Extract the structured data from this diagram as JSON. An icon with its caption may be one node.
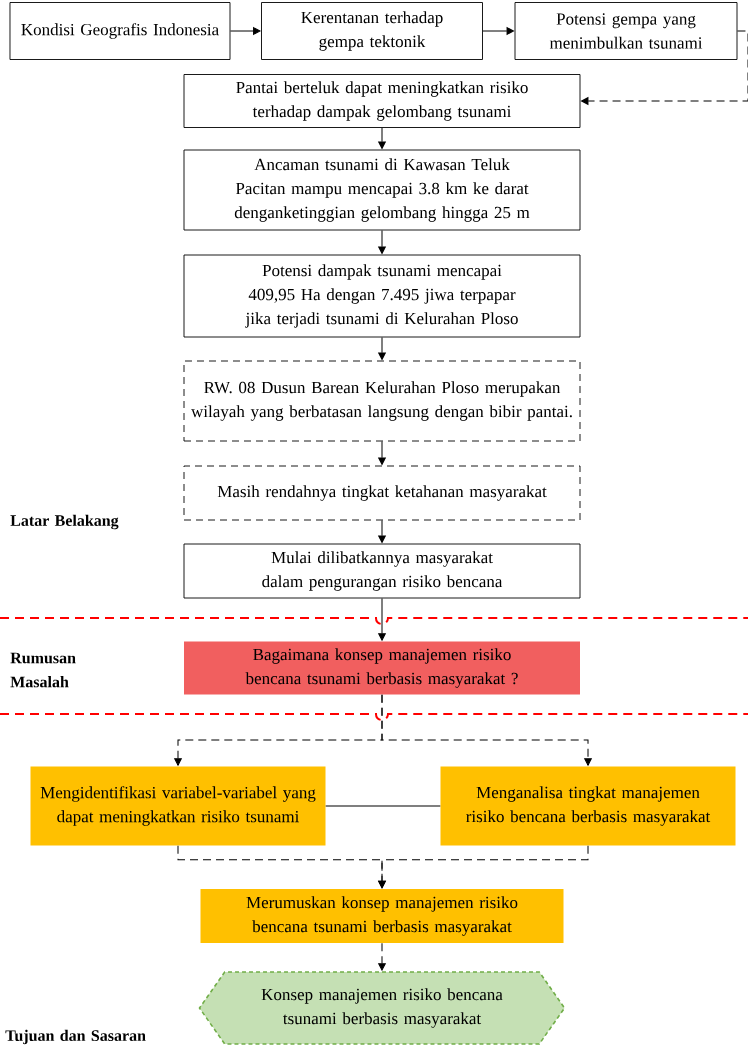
{
  "diagram": {
    "nodes": [
      {
        "text": [
          "Kondisi Geografis Indonesia"
        ]
      },
      {
        "text": [
          "Kerentanan terhadap gempa tektonik"
        ]
      },
      {
        "text": [
          "Potensi gempa yang menimbulkan tsunami"
        ]
      },
      {
        "text": [
          "Pantai berteluk dapat meningkatkan risiko terhadap dampak gelombang tsunami"
        ]
      },
      {
        "text": [
          "Ancaman tsunami di Kawasan Teluk Pacitan mampu mencapai 3.8 km ke darat denganketinggian gelombang hingga 25 m"
        ]
      },
      {
        "text": [
          "Potensi dampak tsunami mencapai 409,95 Ha dengan 7.495 jiwa terpapar jika terjadi tsunami di Kelurahan Ploso"
        ]
      },
      {
        "text": [
          "RW. 08 Dusun Barean Kelurahan Ploso merupakan wilayah yang berbatasan langsung dengan bibir pantai."
        ]
      },
      {
        "text": [
          "Masih rendahnya tingkat ketahanan masyarakat"
        ]
      },
      {
        "text": [
          "Mulai dilibatkannya masyarakat dalam pengurangan risiko bencana"
        ]
      },
      {
        "text": [
          "Bagaimana konsep manajemen risiko bencana tsunami berbasis masyarakat ?"
        ]
      },
      {
        "text": [
          "Mengidentifikasi variabel-variabel yang dapat meningkatkan risiko tsunami"
        ]
      },
      {
        "text": [
          "Menganalisa tingkat manajemen risiko bencana berbasis masyarakat"
        ]
      },
      {
        "text": [
          "Merumuskan konsep manajemen risiko bencana tsunami berbasis masyarakat"
        ]
      },
      {
        "text": [
          "Konsep manajemen risiko bencana tsunami berbasis masyarakat"
        ]
      }
    ],
    "edges": [
      {
        "from": 0,
        "to": 1,
        "arrow": "to"
      },
      {
        "from": 1,
        "to": 2,
        "arrow": "to"
      },
      {
        "from": 2,
        "to": 3,
        "arrow": "to",
        "style": "dashed"
      },
      {
        "from": 3,
        "to": 4,
        "arrow": "to"
      },
      {
        "from": 4,
        "to": 5,
        "arrow": "to"
      },
      {
        "from": 5,
        "to": 6,
        "arrow": "to"
      },
      {
        "from": 6,
        "to": 7,
        "arrow": "to"
      },
      {
        "from": 7,
        "to": 8,
        "arrow": "to"
      },
      {
        "from": 8,
        "to": 9,
        "arrow": "to"
      },
      {
        "from": 9,
        "to": 10,
        "arrow": "to",
        "style": "dashed"
      },
      {
        "from": 9,
        "to": 11,
        "arrow": "to",
        "style": "dashed"
      },
      {
        "from": 10,
        "to": 11,
        "arrow": "none"
      },
      {
        "from": 10,
        "to": 12,
        "arrow": "to",
        "style": "dashed"
      },
      {
        "from": 11,
        "to": 12,
        "arrow": "to",
        "style": "dashed"
      },
      {
        "from": 12,
        "to": 13,
        "arrow": "to",
        "style": "dashed"
      }
    ],
    "labels": [
      "Latar Belakang",
      "Rumusan Masalah",
      "Tujuan dan Sasaran"
    ]
  }
}
